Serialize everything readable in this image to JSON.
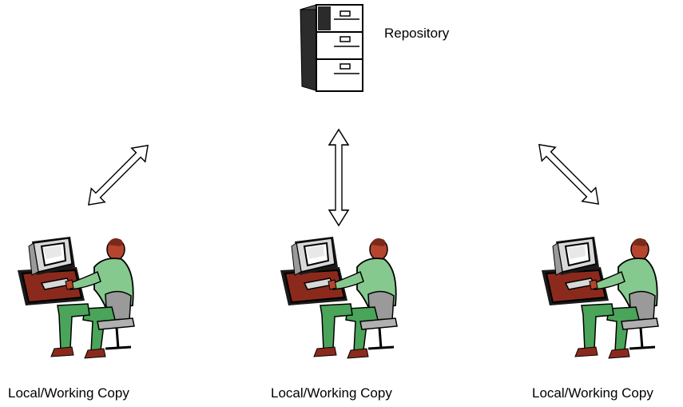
{
  "repository": {
    "label": "Repository"
  },
  "clients": [
    {
      "label": "Local/Working Copy"
    },
    {
      "label": "Local/Working Copy"
    },
    {
      "label": "Local/Working Copy"
    }
  ],
  "icons": {
    "repository": "filing-cabinet-icon",
    "client": "person-at-computer-icon",
    "link": "double-headed-arrow"
  },
  "colors": {
    "cabinet_dark": "#2b2b2b",
    "cabinet_light": "#ffffff",
    "monitor": "#d8d8d8",
    "desk": "#8b2a1c",
    "shirt": "#86c98f",
    "pants": "#4aa45a",
    "skin": "#b5452c",
    "chair": "#9a9a9a"
  }
}
